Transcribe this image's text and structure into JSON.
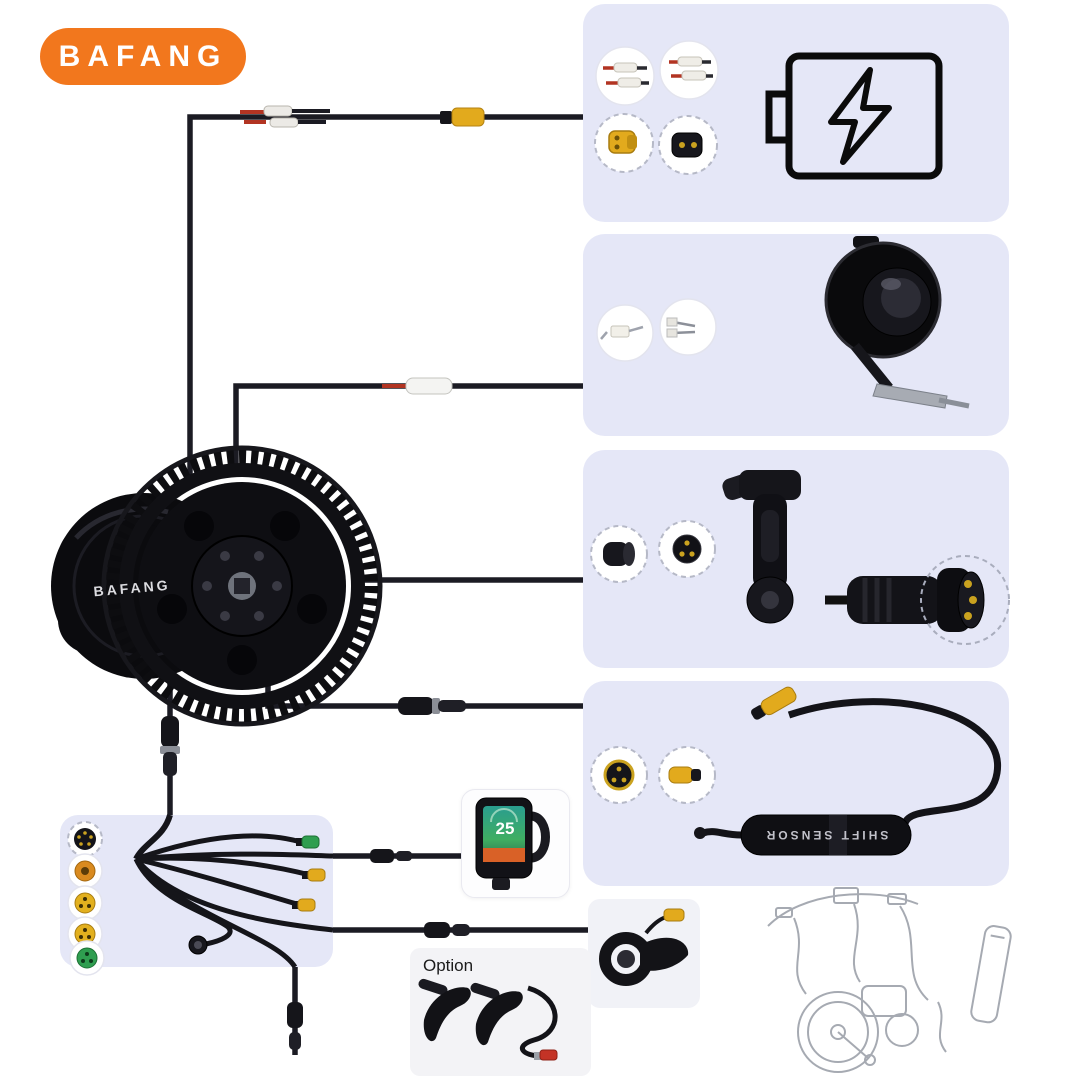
{
  "brand": {
    "logo_text": "BAFANG"
  },
  "motor": {
    "label": "BAFANG"
  },
  "labels": {
    "option": "Option",
    "shift_sensor": "SHIFT SENSOR",
    "display_speed": "25"
  },
  "components": {
    "top_left": "brand-logo",
    "center": "mid-drive-motor-with-chainring",
    "panel_1": "battery-connectors-and-battery-icon",
    "panel_2": "headlight-with-connectors",
    "panel_3": "gear-sensor-and-main-motor-connector",
    "panel_4": "shift-sensor-cable",
    "bottom_left": "main-wire-harness-1-to-4",
    "bottom_center": "color-lcd-display",
    "bottom_right_small": "thumb-throttle",
    "bottom_option": "brake-levers-option",
    "bottom_far_right": "full-kit-assembly-sketch"
  },
  "colors": {
    "logo_bg": "#F2771D",
    "panel_bg": "#E5E7F7",
    "wire": "#1B1B23",
    "connector_yellow": "#E2AA1D",
    "connector_green": "#2F9E50",
    "connector_orange": "#D98A1F",
    "connector_red": "#C43326"
  }
}
